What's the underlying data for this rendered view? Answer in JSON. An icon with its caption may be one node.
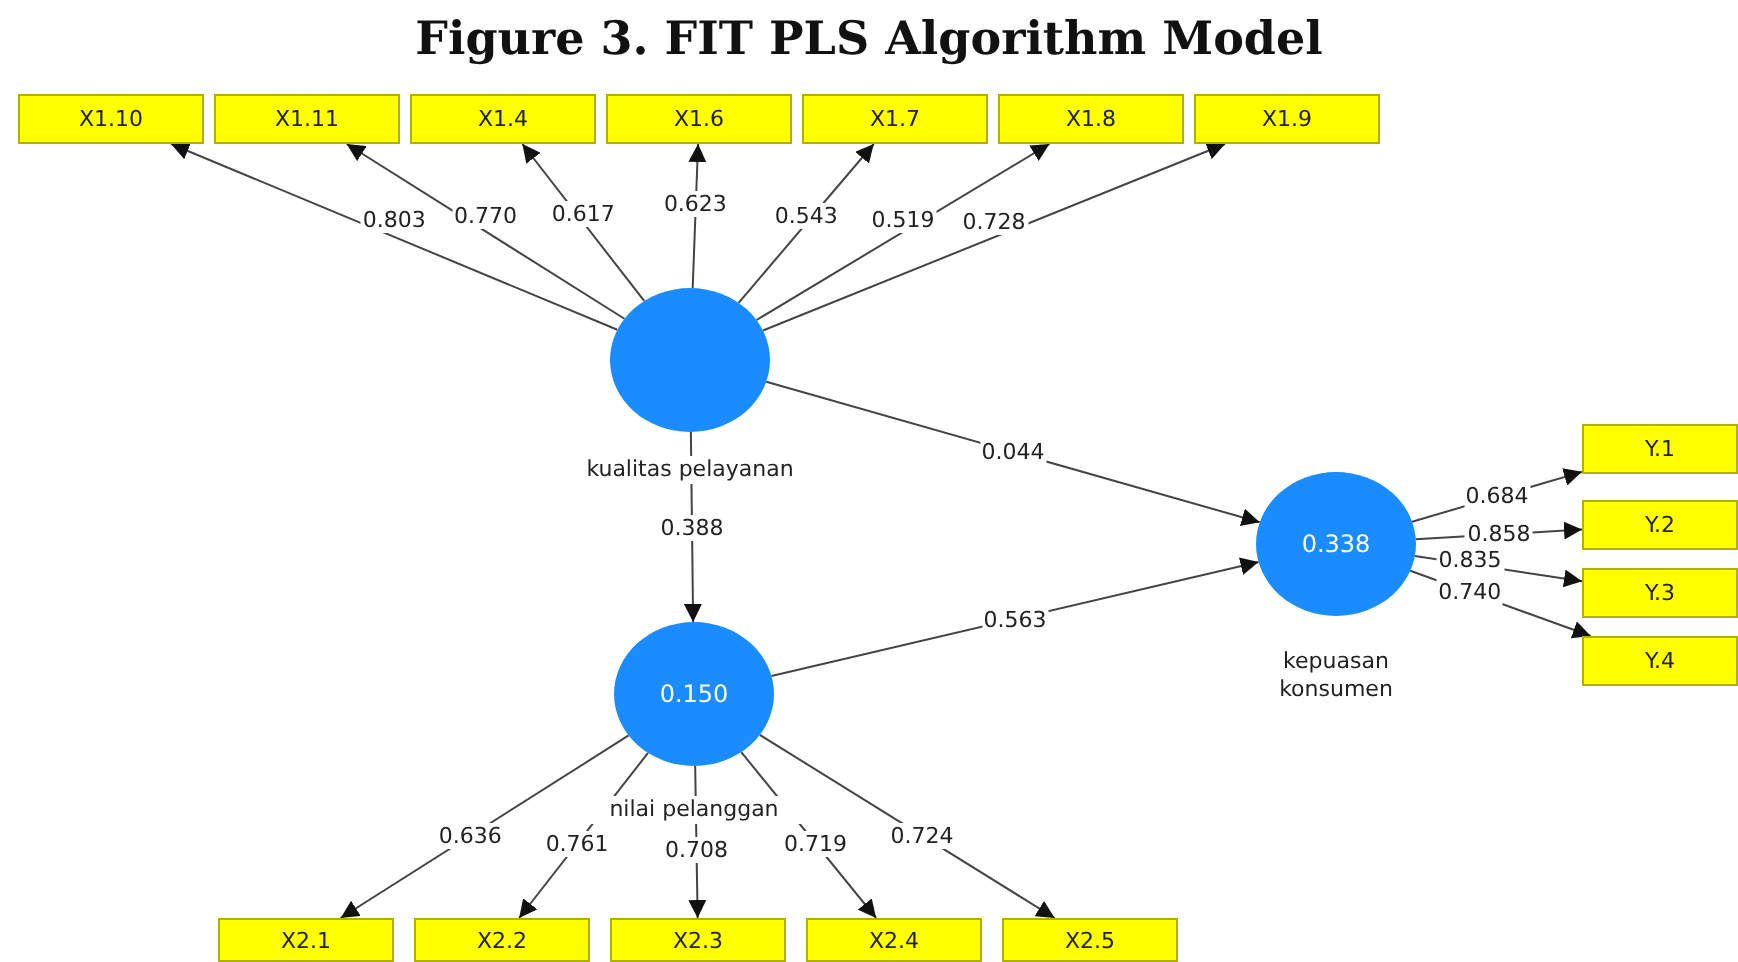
{
  "diagram": {
    "title": "Figure 3. FIT PLS Algorithm Model",
    "nodes": [
      {
        "text": [
          "X1.10"
        ]
      },
      {
        "text": [
          "X1.11"
        ]
      },
      {
        "text": [
          "X1.4"
        ]
      },
      {
        "text": [
          "X1.6"
        ]
      },
      {
        "text": [
          "X1.7"
        ]
      },
      {
        "text": [
          "X1.8"
        ]
      },
      {
        "text": [
          "X1.9"
        ]
      },
      {
        "text": [],
        "shape": "circle",
        "beside": [
          "kualitas pelayanan"
        ]
      },
      {
        "text": [
          "Y.1"
        ]
      },
      {
        "text": [
          "Y.2"
        ]
      },
      {
        "text": [
          "Y.3"
        ]
      },
      {
        "text": [
          "Y.4"
        ]
      },
      {
        "text": [
          "0.338"
        ],
        "beside": [
          "kepuasan konsumen"
        ]
      },
      {
        "text": [
          "0.150"
        ],
        "beside": [
          "nilai pelanggan"
        ]
      },
      {
        "text": [
          "X2.1"
        ]
      },
      {
        "text": [
          "X2.2"
        ]
      },
      {
        "text": [
          "X2.3"
        ]
      },
      {
        "text": [
          "X2.4"
        ]
      },
      {
        "text": [
          "X2.5"
        ]
      }
    ],
    "edges": [
      {
        "from": 7,
        "to": 0,
        "arrow": "to",
        "label": "0.803"
      },
      {
        "from": 7,
        "to": 1,
        "arrow": "to",
        "label": "0.770"
      },
      {
        "from": 7,
        "to": 2,
        "arrow": "to",
        "label": "0.617"
      },
      {
        "from": 7,
        "to": 3,
        "arrow": "to",
        "label": "0.623"
      },
      {
        "from": 7,
        "to": 4,
        "arrow": "to",
        "label": "0.543"
      },
      {
        "from": 7,
        "to": 5,
        "arrow": "to",
        "label": "0.519"
      },
      {
        "from": 7,
        "to": 6,
        "arrow": "to",
        "label": "0.728"
      },
      {
        "from": 7,
        "to": 12,
        "arrow": "to",
        "label": "0.044"
      },
      {
        "from": 7,
        "to": 13,
        "arrow": "to",
        "label": "0.388"
      },
      {
        "from": 13,
        "to": 12,
        "arrow": "to",
        "label": "0.563"
      },
      {
        "from": 12,
        "to": 8,
        "arrow": "to",
        "label": "0.684"
      },
      {
        "from": 12,
        "to": 9,
        "arrow": "to",
        "label": "0.858"
      },
      {
        "from": 12,
        "to": 10,
        "arrow": "to",
        "label": "0.835"
      },
      {
        "from": 12,
        "to": 11,
        "arrow": "to",
        "label": "0.740"
      },
      {
        "from": 13,
        "to": 14,
        "arrow": "to",
        "label": "0.636"
      },
      {
        "from": 13,
        "to": 15,
        "arrow": "to",
        "label": "0.761"
      },
      {
        "from": 13,
        "to": 16,
        "arrow": "to",
        "label": "0.708"
      },
      {
        "from": 13,
        "to": 17,
        "arrow": "to",
        "label": "0.719"
      },
      {
        "from": 13,
        "to": 18,
        "arrow": "to",
        "label": "0.724"
      }
    ]
  }
}
